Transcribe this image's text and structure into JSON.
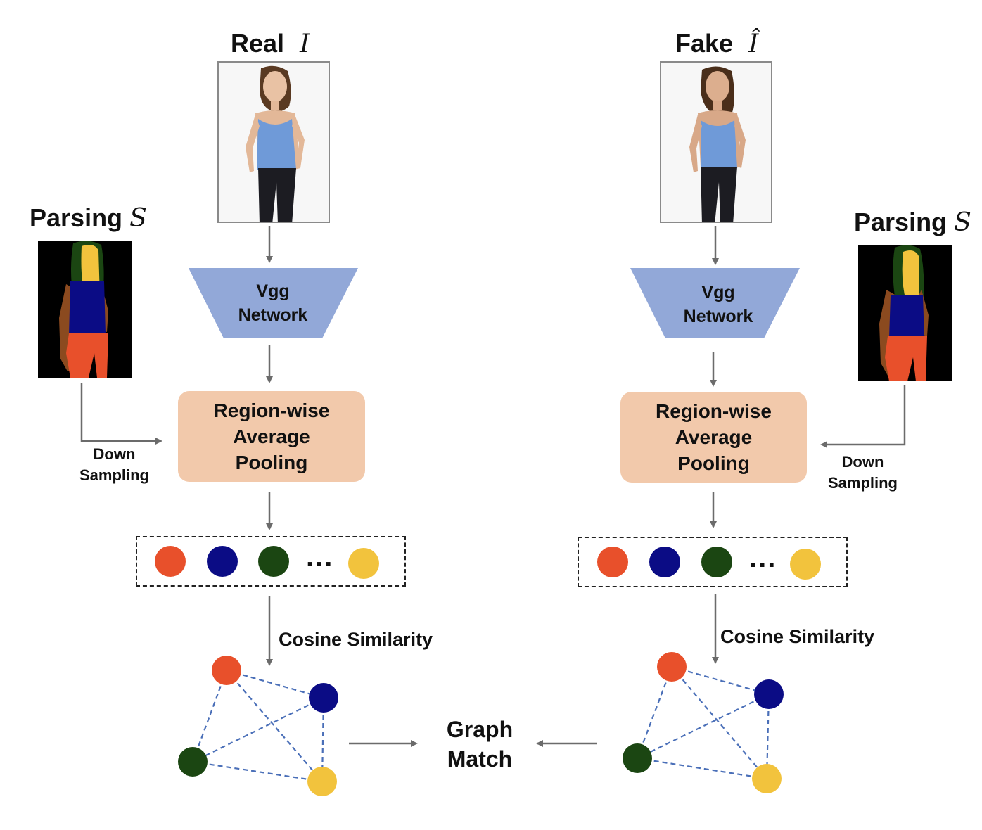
{
  "left": {
    "image_title": "Real",
    "image_symbol": "I",
    "parsing_title": "Parsing",
    "parsing_symbol": "S",
    "vgg_line1": "Vgg",
    "vgg_line2": "Network",
    "pool_line1": "Region-wise",
    "pool_line2": "Average",
    "pool_line3": "Pooling",
    "down_line1": "Down",
    "down_line2": "Sampling",
    "ellipsis": "...",
    "cosine_label": "Cosine Similarity"
  },
  "right": {
    "image_title": "Fake",
    "image_symbol": "Î",
    "parsing_title": "Parsing",
    "parsing_symbol": "S",
    "vgg_line1": "Vgg",
    "vgg_line2": "Network",
    "pool_line1": "Region-wise",
    "pool_line2": "Average",
    "pool_line3": "Pooling",
    "down_line1": "Down",
    "down_line2": "Sampling",
    "ellipsis": "...",
    "cosine_label": "Cosine Similarity"
  },
  "graph_match": {
    "line1": "Graph",
    "line2": "Match"
  },
  "colors": {
    "pants": "#e8502b",
    "top": "#0b0c85",
    "hair": "#1b4612",
    "face": "#f2c33d",
    "skin": "#8b4a1f",
    "vgg": "#92a8d8",
    "pool": "#f2c9ab",
    "arrow": "#6b6b6b",
    "edge": "#4a6fb8"
  }
}
